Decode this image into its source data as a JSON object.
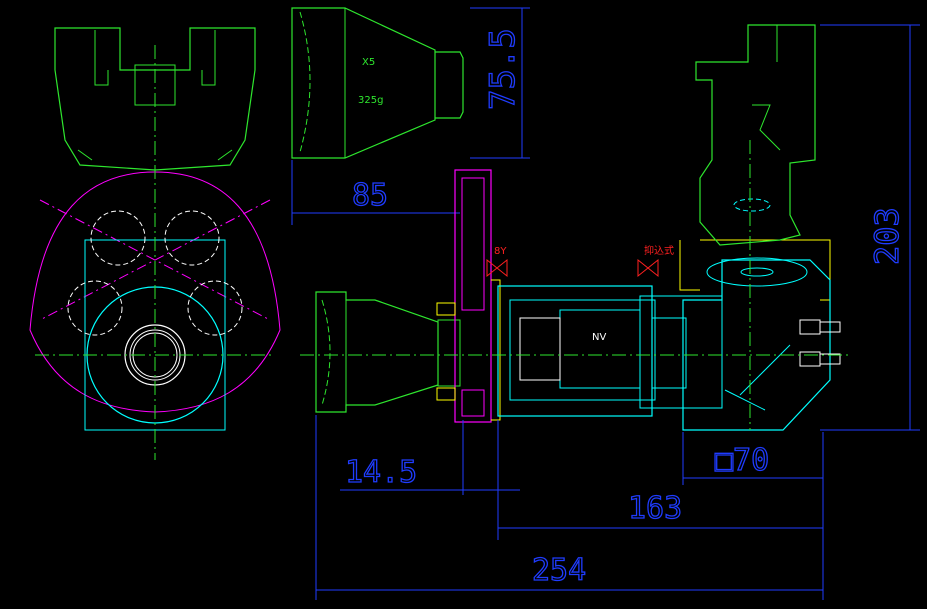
{
  "drawing": {
    "background": "#000000",
    "colors": {
      "dimension": "#1f3cff",
      "body": "#2ee62e",
      "section": "#00ffff",
      "housing": "#ffff00",
      "mirror": "#ff00ff",
      "white": "#ffffff",
      "valve": "#ff2020"
    },
    "eyepiece": {
      "model": "X5",
      "weight": "325g"
    },
    "camera": {
      "label": "NV"
    },
    "valves": {
      "left": "8Y",
      "right": "抑込式"
    },
    "dimensions": {
      "eyepiece_length": "75.5",
      "eyepiece_dia": "85",
      "mount_offset": "14.5",
      "body_length": "163",
      "total_length": "254",
      "housing_square": "□70",
      "height": "203"
    }
  }
}
